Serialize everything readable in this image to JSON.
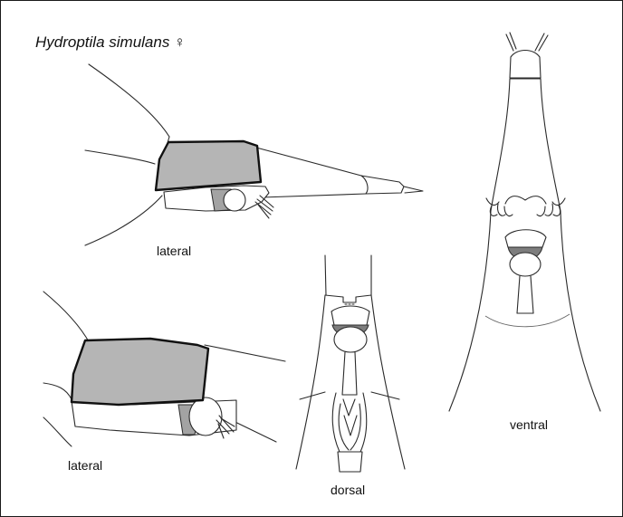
{
  "title": {
    "species": "Hydroptila simulans",
    "sex_symbol": "♀"
  },
  "labels": {
    "lateral_top": "lateral",
    "lateral_bottom": "lateral",
    "dorsal": "dorsal",
    "ventral": "ventral"
  }
}
